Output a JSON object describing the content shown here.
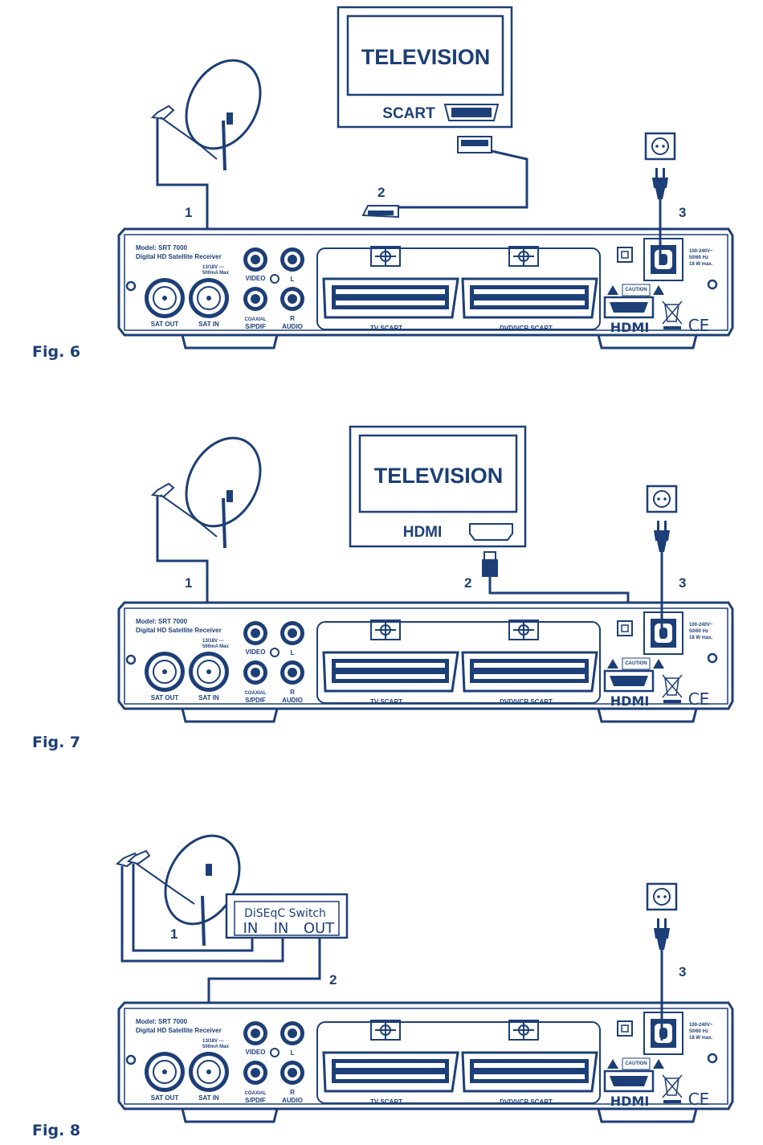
{
  "colors": {
    "ink": "#1d3f77",
    "paper": "#ffffff"
  },
  "receiver": {
    "model": "Model: SRT 7000",
    "description": "Digital HD Satellite Receiver",
    "lnb_spec_1": "13/18V ---",
    "lnb_spec_2": "500mA Max",
    "sat_out": "SAT OUT",
    "sat_in": "SAT IN",
    "video": "VIDEO",
    "coaxial": "COAXIAL",
    "spdif": "S/PDIF",
    "l": "L",
    "r": "R",
    "audio": "AUDIO",
    "tv_scart": "TV SCART",
    "dvd_scart": "DVD/VCR SCART",
    "caution": "CAUTION",
    "hdmi_logo": "HDMI",
    "ce_mark": "CE",
    "power_1": "100-240V~",
    "power_2": "50/60 Hz",
    "power_3": "18 W max."
  },
  "figures": [
    {
      "caption": "Fig. 6",
      "tv_title": "TELEVISION",
      "tv_port": "SCART",
      "callouts": [
        "1",
        "2",
        "3"
      ]
    },
    {
      "caption": "Fig. 7",
      "tv_title": "TELEVISION",
      "tv_port": "HDMI",
      "callouts": [
        "1",
        "2",
        "3"
      ]
    },
    {
      "caption": "Fig. 8",
      "switch_title": "DiSEqC Switch",
      "switch_in_1": "IN",
      "switch_in_2": "IN",
      "switch_out": "OUT",
      "callouts": [
        "1",
        "2",
        "3"
      ]
    }
  ]
}
